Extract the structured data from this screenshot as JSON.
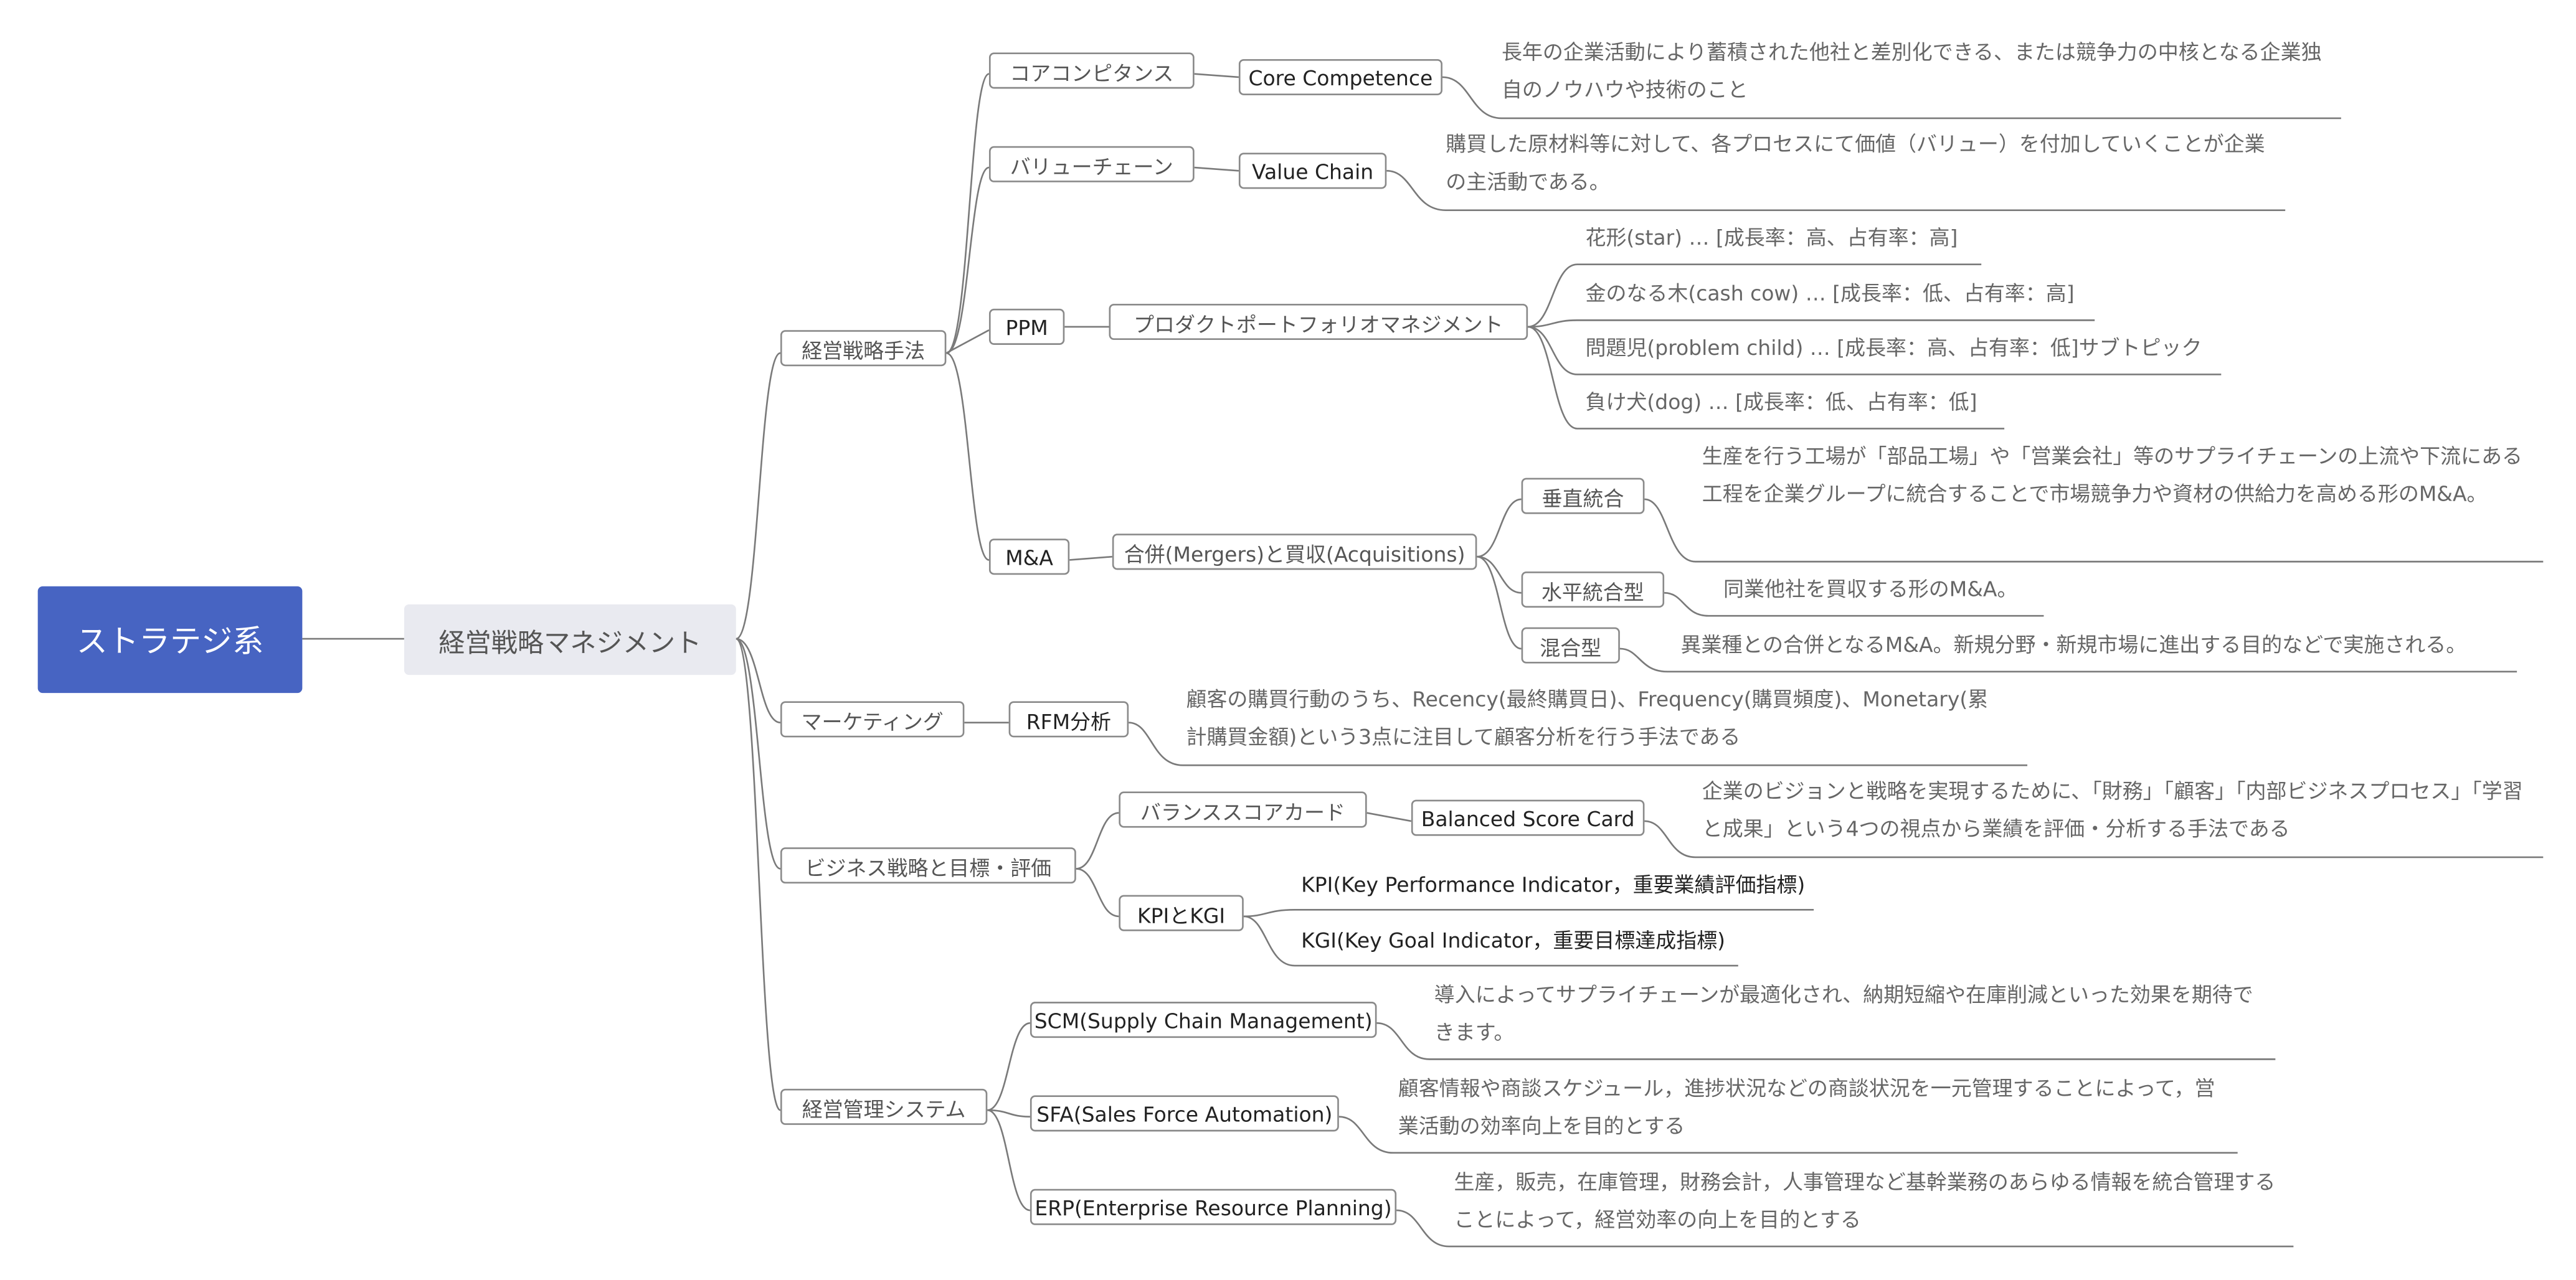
{
  "root": "ストラテジ系",
  "main": "経営戦略マネジメント",
  "n_senryaku": "経営戦略手法",
  "n_core_jp": "コアコンピタンス",
  "n_core_en": "Core Competence",
  "t_core": "長年の企業活動により蓄積された他社と差別化できる、または競争力の中核となる企業独自のノウハウや技術のこと",
  "n_value_jp": "バリューチェーン",
  "n_value_en": "Value Chain",
  "t_value": "購買した原材料等に対して、各プロセスにて価値（バリュー）を付加していくことが企業の主活動である。",
  "n_ppm": "PPM",
  "n_ppm_full": "プロダクトポートフォリオマネジメント",
  "t_ppm_star": "花形(star) … [成長率：高、占有率：高]",
  "t_ppm_cow": "金のなる木(cash cow) … [成長率：低、占有率：高]",
  "t_ppm_problem": "問題児(problem child) … [成長率：高、占有率：低]サブトピック",
  "t_ppm_dog": "負け犬(dog) … [成長率：低、占有率：低]",
  "n_ma": "M&A",
  "n_ma_full": "合併(Mergers)と買収(Acquisitions)",
  "n_vertical": "垂直統合",
  "t_vertical": "生産を行う工場が「部品工場」や「営業会社」等のサプライチェーンの上流や下流にある工程を企業グループに統合することで市場競争力や資材の供給力を高める形のM&A。",
  "n_horizontal": "水平統合型",
  "t_horizontal": "同業他社を買収する形のM&A。",
  "n_mixed": "混合型",
  "t_mixed": "異業種との合併となるM&A。新規分野・新規市場に進出する目的などで実施される。",
  "n_marketing": "マーケティング",
  "n_rfm": "RFM分析",
  "t_rfm": "顧客の購買行動のうち、Recency(最終購買日)、Frequency(購買頻度)、Monetary(累計購買金額)という3点に注目して顧客分析を行う手法である",
  "n_business": "ビジネス戦略と目標・評価",
  "n_bsc_jp": "バランススコアカード",
  "n_bsc_en": "Balanced Score Card",
  "t_bsc": "企業のビジョンと戦略を実現するために、「財務」「顧客」「内部ビジネスプロセス」「学習と成果」という4つの視点から業績を評価・分析する手法である",
  "n_kpi": "KPIとKGI",
  "t_kpi": "KPI(Key Performance Indicator，重要業績評価指標)",
  "t_kgi": "KGI(Key Goal Indicator，重要目標達成指標)",
  "n_system": "経営管理システム",
  "n_scm": "SCM(Supply Chain Management)",
  "t_scm": "導入によってサプライチェーンが最適化され、納期短縮や在庫削減といった効果を期待できます。",
  "n_sfa": "SFA(Sales Force Automation)",
  "t_sfa": "顧客情報や商談スケジュール，進捗状況などの商談状況を一元管理することによって，営業活動の効率向上を目的とする",
  "n_erp": "ERP(Enterprise Resource Planning)",
  "t_erp": "生産，販売，在庫管理，財務会計，人事管理など基幹業務のあらゆる情報を統合管理することによって，経営効率の向上を目的とする",
  "colors": {
    "root": "#4764c2",
    "main": "#e9eaf0",
    "line": "#7a7a7a"
  }
}
